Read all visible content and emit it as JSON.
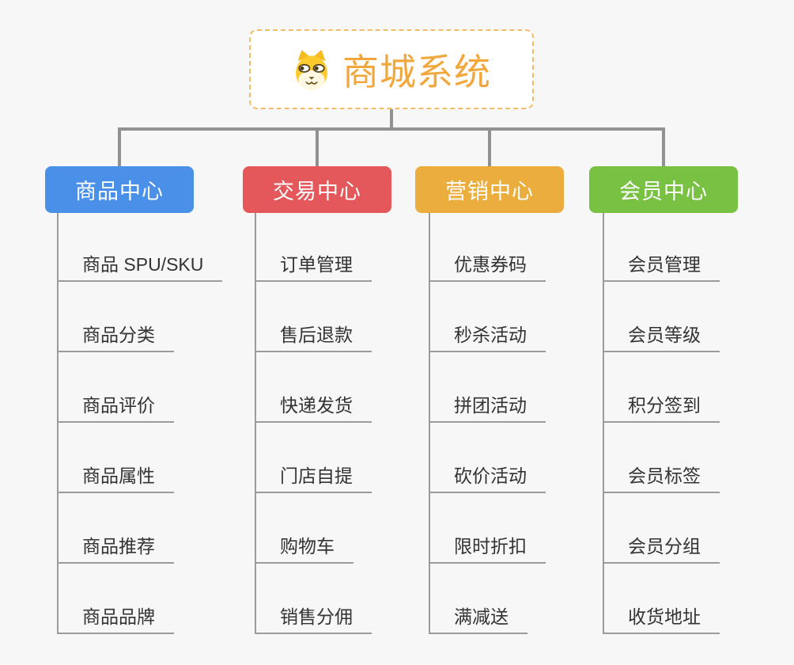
{
  "root": {
    "title": "商城系统",
    "icon": "shiba-dog-icon"
  },
  "branches": [
    {
      "label": "商品中心",
      "color": "#4A90E8",
      "items": [
        "商品 SPU/SKU",
        "商品分类",
        "商品评价",
        "商品属性",
        "商品推荐",
        "商品品牌"
      ]
    },
    {
      "label": "交易中心",
      "color": "#E4585B",
      "items": [
        "订单管理",
        "售后退款",
        "快递发货",
        "门店自提",
        "购物车",
        "销售分佣"
      ]
    },
    {
      "label": "营销中心",
      "color": "#EBAE3E",
      "items": [
        "优惠券码",
        "秒杀活动",
        "拼团活动",
        "砍价活动",
        "限时折扣",
        "满减送"
      ]
    },
    {
      "label": "会员中心",
      "color": "#79C142",
      "items": [
        "会员管理",
        "会员等级",
        "积分签到",
        "会员标签",
        "会员分组",
        "收货地址"
      ]
    }
  ],
  "colors": {
    "background": "#F7F7F7",
    "connector": "#919191",
    "item_line": "#9B9B9B",
    "item_text": "#333333",
    "title_text": "#F2A73D",
    "root_border": "#F2BC68"
  }
}
